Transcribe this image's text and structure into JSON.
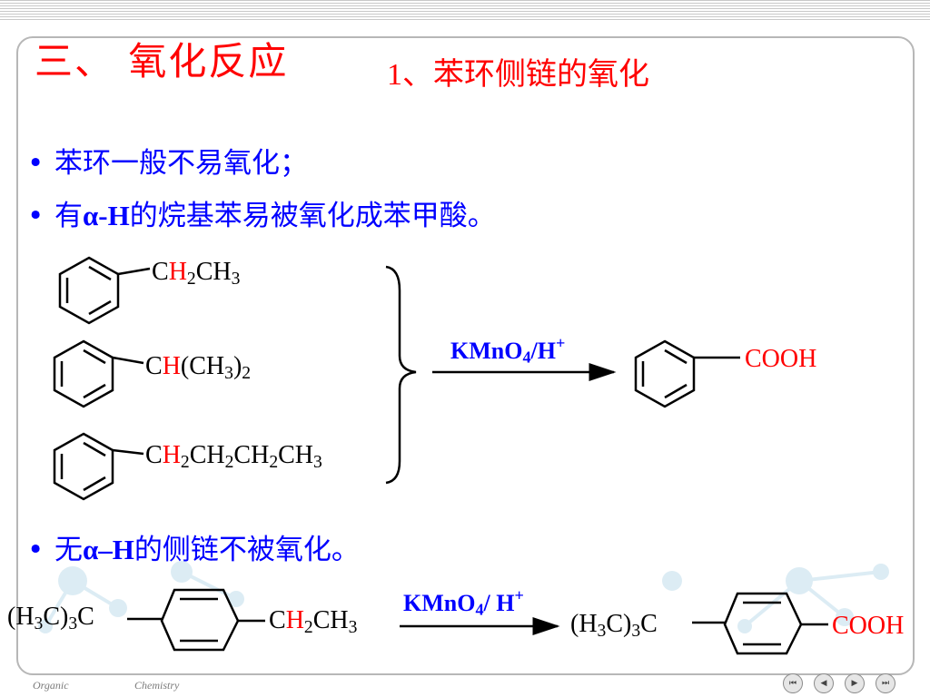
{
  "slide": {
    "title": "三、 氧化反应",
    "subtitle_num": "1",
    "subtitle_text": "、苯环侧链的氧化",
    "bullet1": "苯环一般不易氧化；",
    "bullet2_pre": "有",
    "bullet2_bold": "α-H",
    "bullet2_post": "的烷基苯易被氧化成苯甲酸。",
    "bullet3_pre": "无",
    "bullet3_bold": "α–H",
    "bullet3_post": "的侧链不被氧化。",
    "bullet_char": "•"
  },
  "reaction1": {
    "reagent_base": "KMnO",
    "reagent_sub": "4",
    "reagent_mid": "/H",
    "reagent_sup": "+",
    "product": "COOH",
    "substrates": [
      {
        "c": "C",
        "h": "H",
        "h_sub": "2",
        "rest": "CH",
        "rest_sub": "3"
      },
      {
        "c": "C",
        "h": "H",
        "rest": "(CH",
        "rest_sub": "3",
        "tail": ")",
        "tail_sub": "2"
      },
      {
        "c": "C",
        "h": "H",
        "h_sub": "2",
        "rest1": "CH",
        "rest1_sub": "2",
        "rest2": "CH",
        "rest2_sub": "2",
        "rest3": "CH",
        "rest3_sub": "3"
      }
    ]
  },
  "reaction2": {
    "left_group": "(H",
    "left_sub1": "3",
    "left_mid": "C)",
    "left_sub2": "3",
    "left_end": "C",
    "right_c": "C",
    "right_h": "H",
    "right_h_sub": "2",
    "right_rest": "CH",
    "right_rest_sub": "3",
    "reagent_base": "KMnO",
    "reagent_sub": "4",
    "reagent_mid": "/ H",
    "reagent_sup": "+",
    "product": "COOH"
  },
  "footer": {
    "left": "Organic",
    "right": "Chemistry",
    "nav": [
      "⏮",
      "◀",
      "▶",
      "⏭"
    ]
  },
  "colors": {
    "title": "#ff0000",
    "bullet": "#0000ff",
    "highlight": "#ff0000",
    "frame": "#b7b7b7"
  }
}
